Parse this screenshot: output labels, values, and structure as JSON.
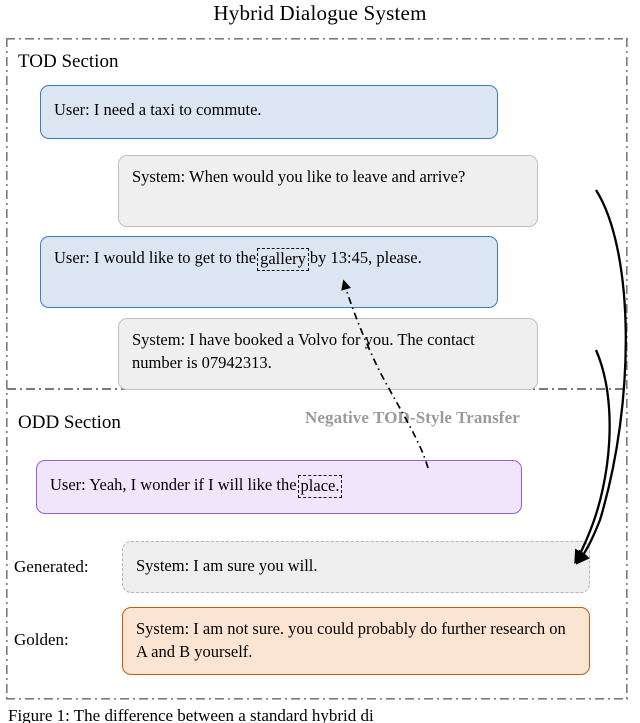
{
  "figure": {
    "title": "Hybrid Dialogue System",
    "caption": "Figure 1: The difference between a standard hybrid di"
  },
  "sections": {
    "tod": {
      "label": "TOD Section",
      "turns": [
        {
          "speaker": "user",
          "text": "User: I need a taxi to commute."
        },
        {
          "speaker": "system",
          "text": "System: When would you like to leave and arrive?"
        },
        {
          "speaker": "user",
          "text_before": "User: I would like to get to the",
          "highlight": "gallery",
          "text_after": "by 13:45, please."
        },
        {
          "speaker": "system",
          "text": "System: I have booked a Volvo for you. The contact number is 07942313."
        }
      ]
    },
    "odd": {
      "label": "ODD Section",
      "turns": [
        {
          "speaker": "user",
          "text_before": "User: Yeah, I wonder if I will like the",
          "highlight": "place.",
          "text_after": ""
        }
      ],
      "rows": [
        {
          "label": "Generated:",
          "text": "System: I am sure you will."
        },
        {
          "label": "Golden:",
          "text": "System: I am not sure. you could probably do further research on A and B yourself."
        }
      ]
    }
  },
  "annotations": {
    "transfer_label": "Negative TOD-Style Transfer"
  },
  "colors": {
    "user_tod_fill": "#dce6f2",
    "user_tod_border": "#3f7bbf",
    "system_fill": "#efefef",
    "system_border": "#bfbfbf",
    "user_odd_fill": "#f1e5fb",
    "user_odd_border": "#9a5fe0",
    "generated_fill": "#eeeeee",
    "generated_border": "#b5b5b5",
    "golden_fill": "#fce4d3",
    "golden_border": "#c55a11",
    "annotation_gray": "#9a9a9a",
    "frame_gray": "#7a7a7a"
  }
}
